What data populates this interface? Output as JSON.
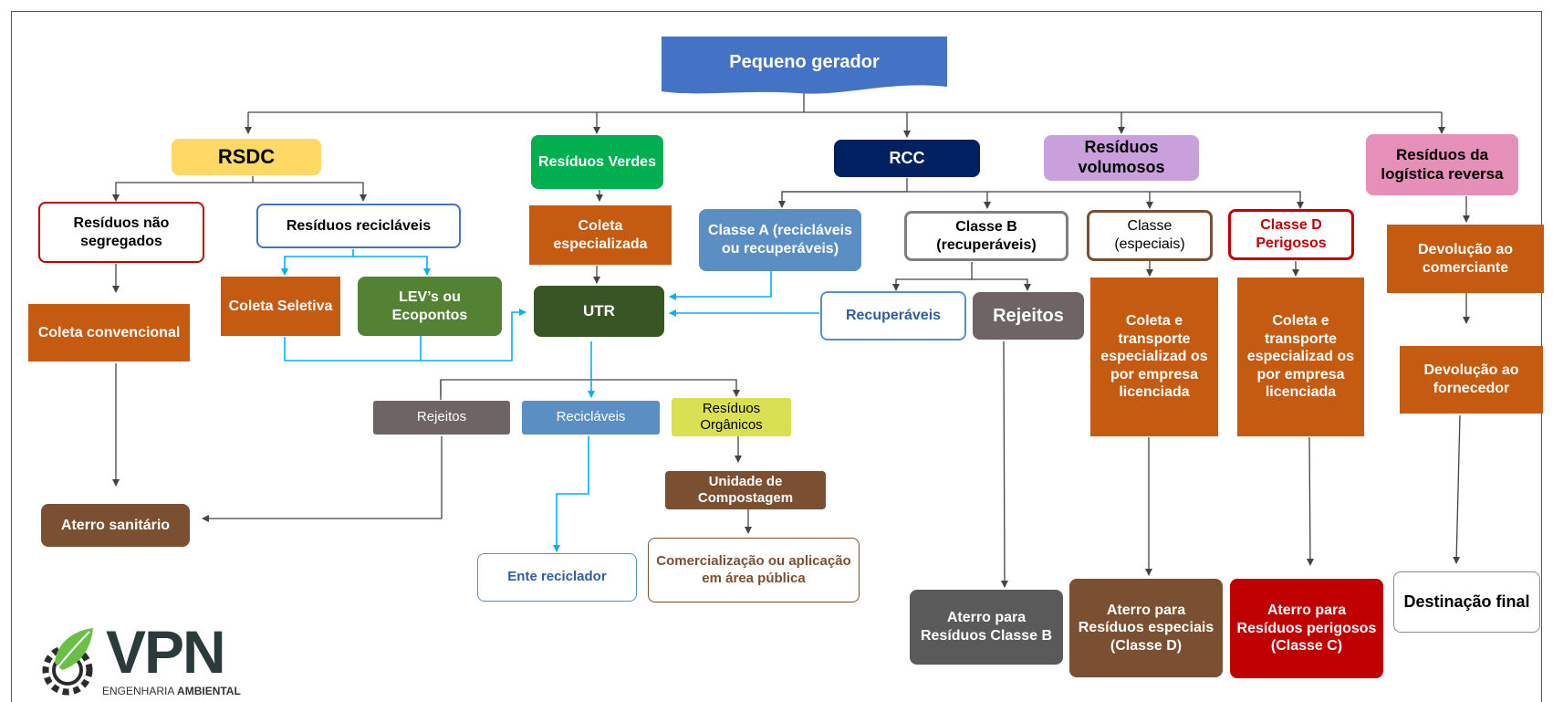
{
  "colors": {
    "blue": "#4472c4",
    "yellow": "#ffd966",
    "green": "#00b050",
    "navy": "#002060",
    "lavender": "#c9a0dc",
    "pink": "#e68fb8",
    "orange": "#c55a11",
    "dark_green": "#375623",
    "steel_blue": "#5b8fc4",
    "grey": "#6e6464",
    "brown": "#7b4f31",
    "red": "#c00000",
    "lime": "#d9e152",
    "dark_grey": "#5a5a5a",
    "wire_blue": "#00b0f0",
    "wire_dark": "#444444"
  },
  "nodes": {
    "pequeno_gerador": "Pequeno gerador",
    "rsdc": "RSDC",
    "residuos_verdes": "Resíduos Verdes",
    "rcc": "RCC",
    "residuos_volumosos": "Resíduos volumosos",
    "logistica_reversa": "Resíduos da logística reversa",
    "nao_segregados": "Resíduos não segregados",
    "reciclaveis_rsdc": "Resíduos recicláveis",
    "coleta_especializada": "Coleta especializada",
    "classe_a": "Classe A (recicláveis ou recuperáveis)",
    "classe_b": "Classe B (recuperáveis)",
    "classe_especiais": "Classe (especiais)",
    "classe_d": "Classe D Perigosos",
    "devolucao_comerciante": "Devolução ao comerciante",
    "coleta_seletiva": "Coleta Seletiva",
    "levs": "LEV’s ou Ecopontos",
    "utr": "UTR",
    "recuperaveis": "Recuperáveis",
    "rejeitos_rcc": "Rejeitos",
    "coleta_convencional": "Coleta convencional",
    "coleta_transporte_1": "Coleta e transporte especializad os por empresa licenciada",
    "coleta_transporte_2": "Coleta e transporte especializad os por empresa licenciada",
    "devolucao_fornecedor": "Devolução ao fornecedor",
    "rejeitos_utr": "Rejeitos",
    "reciclaveis_utr": "Recicláveis",
    "residuos_organicos": "Resíduos Orgânicos",
    "unidade_compostagem": "Unidade de Compostagem",
    "aterro_sanitario": "Aterro sanitário",
    "ente_reciclador": "Ente reciclador",
    "comercializacao": "Comercialização ou aplicação em área pública",
    "aterro_classe_b": "Aterro para Resíduos Classe B",
    "aterro_especiais": "Aterro para Resíduos especiais (Classe D)",
    "aterro_perigosos": "Aterro para Resíduos perigosos (Classe C)",
    "destinacao_final": "Destinação final"
  },
  "logo": {
    "mark": "VPN",
    "tagline_light": "ENGENHARIA",
    "tagline_bold": "AMBIENTAL",
    "icon": "leaf-gear-icon"
  }
}
